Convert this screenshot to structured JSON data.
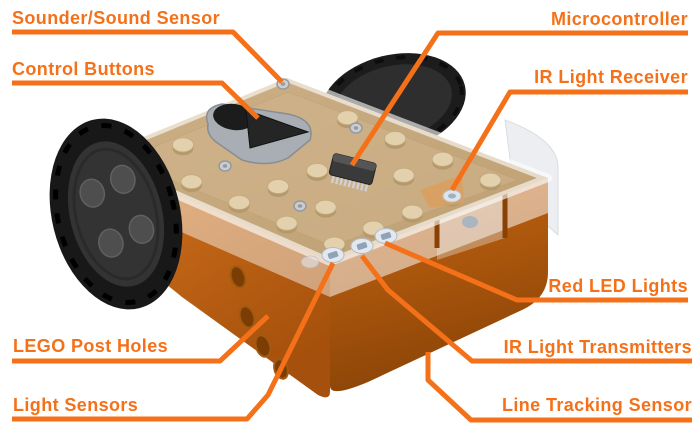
{
  "diagram": {
    "subject": "Edison robot parts diagram",
    "colors": {
      "accent": "#F4711A",
      "body_orange": "#C56512",
      "deck_tan": "#C8A97C",
      "wheel_black": "#1B1B1B"
    },
    "labels": {
      "sounder": {
        "text": "Sounder/Sound Sensor"
      },
      "control_buttons": {
        "text": "Control Buttons"
      },
      "microcontroller": {
        "text": "Microcontroller"
      },
      "ir_receiver": {
        "text": "IR Light Receiver"
      },
      "red_led": {
        "text": "Red LED Lights"
      },
      "ir_transmitters": {
        "text": "IR Light Transmitters"
      },
      "line_tracking": {
        "text": "Line Tracking Sensor"
      },
      "lego_post_holes": {
        "text": "LEGO Post Holes"
      },
      "light_sensors": {
        "text": "Light Sensors"
      }
    }
  }
}
